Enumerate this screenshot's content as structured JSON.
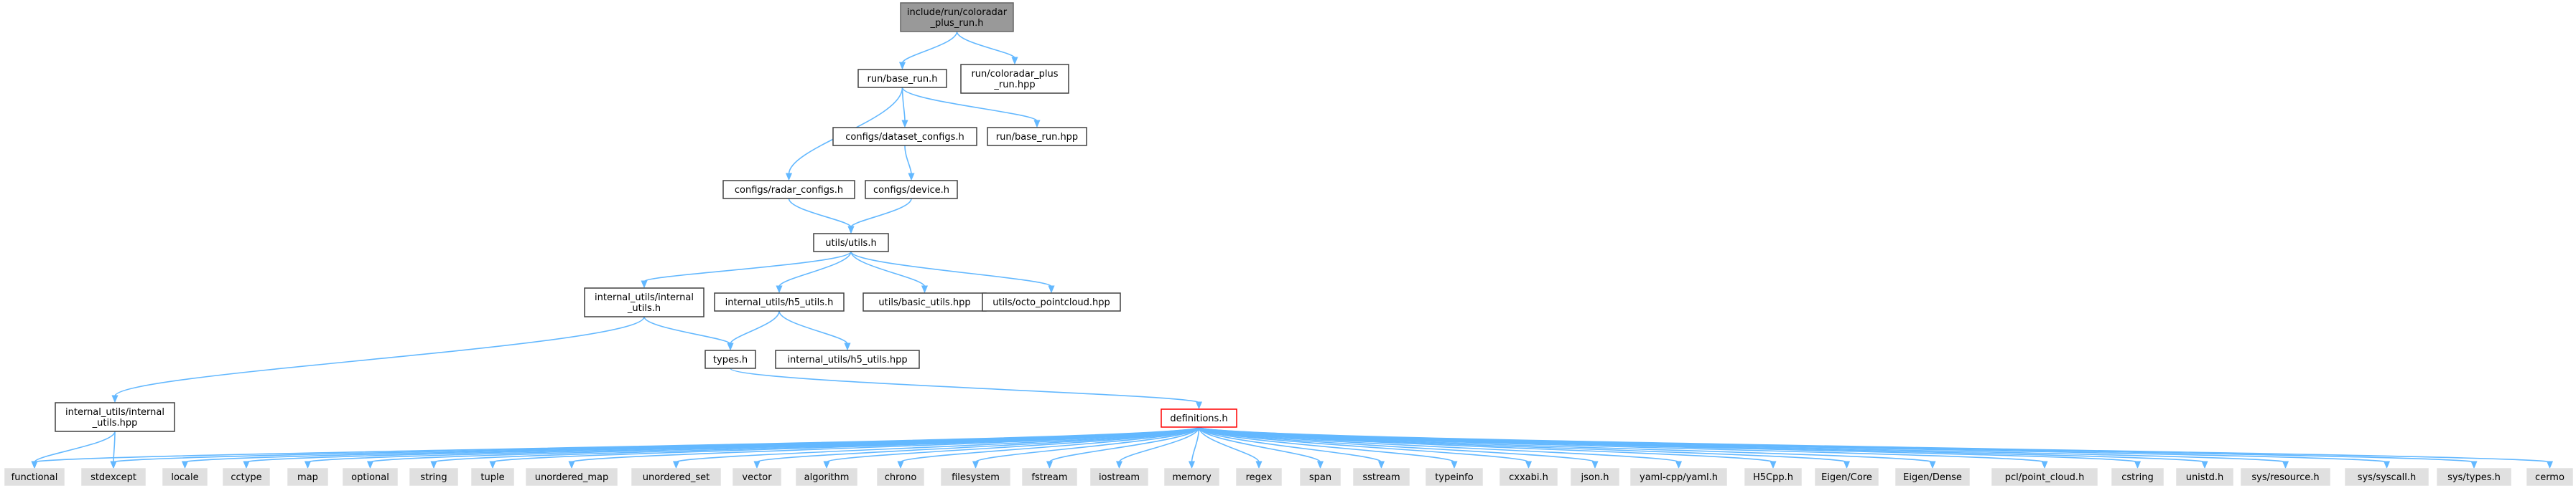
{
  "graph": {
    "colors": {
      "edge": "#63b8ff",
      "border_normal": "#404040",
      "border_root": "#666666",
      "border_highlight": "#ff0000",
      "fill_normal": "#ffffff",
      "fill_root": "#999999",
      "fill_system": "#e0e0e0"
    },
    "nodes": [
      {
        "id": "root",
        "lines": [
          "include/run/coloradar",
          "_plus_run.h"
        ],
        "style": "root"
      },
      {
        "id": "base_run_h",
        "lines": [
          "run/base_run.h"
        ],
        "style": "normal"
      },
      {
        "id": "coloradar_plus_run_hpp",
        "lines": [
          "run/coloradar_plus",
          "_run.hpp"
        ],
        "style": "normal"
      },
      {
        "id": "dataset_configs_h",
        "lines": [
          "configs/dataset_configs.h"
        ],
        "style": "normal"
      },
      {
        "id": "base_run_hpp",
        "lines": [
          "run/base_run.hpp"
        ],
        "style": "normal"
      },
      {
        "id": "radar_configs_h",
        "lines": [
          "configs/radar_configs.h"
        ],
        "style": "normal"
      },
      {
        "id": "device_h",
        "lines": [
          "configs/device.h"
        ],
        "style": "normal"
      },
      {
        "id": "utils_h",
        "lines": [
          "utils/utils.h"
        ],
        "style": "normal"
      },
      {
        "id": "internal_utils_h",
        "lines": [
          "internal_utils/internal",
          "_utils.h"
        ],
        "style": "normal"
      },
      {
        "id": "h5_utils_h",
        "lines": [
          "internal_utils/h5_utils.h"
        ],
        "style": "normal"
      },
      {
        "id": "basic_utils_hpp",
        "lines": [
          "utils/basic_utils.hpp"
        ],
        "style": "normal"
      },
      {
        "id": "octo_pointcloud_hpp",
        "lines": [
          "utils/octo_pointcloud.hpp"
        ],
        "style": "normal"
      },
      {
        "id": "types_h",
        "lines": [
          "types.h"
        ],
        "style": "normal"
      },
      {
        "id": "h5_utils_hpp",
        "lines": [
          "internal_utils/h5_utils.hpp"
        ],
        "style": "normal"
      },
      {
        "id": "internal_utils_hpp",
        "lines": [
          "internal_utils/internal",
          "_utils.hpp"
        ],
        "style": "normal"
      },
      {
        "id": "definitions_h",
        "lines": [
          "definitions.h"
        ],
        "style": "highlight"
      },
      {
        "id": "functional",
        "lines": [
          "functional"
        ],
        "style": "system"
      },
      {
        "id": "stdexcept",
        "lines": [
          "stdexcept"
        ],
        "style": "system"
      },
      {
        "id": "locale",
        "lines": [
          "locale"
        ],
        "style": "system"
      },
      {
        "id": "cctype",
        "lines": [
          "cctype"
        ],
        "style": "system"
      },
      {
        "id": "map",
        "lines": [
          "map"
        ],
        "style": "system"
      },
      {
        "id": "optional",
        "lines": [
          "optional"
        ],
        "style": "system"
      },
      {
        "id": "string",
        "lines": [
          "string"
        ],
        "style": "system"
      },
      {
        "id": "tuple",
        "lines": [
          "tuple"
        ],
        "style": "system"
      },
      {
        "id": "unordered_map",
        "lines": [
          "unordered_map"
        ],
        "style": "system"
      },
      {
        "id": "unordered_set",
        "lines": [
          "unordered_set"
        ],
        "style": "system"
      },
      {
        "id": "vector",
        "lines": [
          "vector"
        ],
        "style": "system"
      },
      {
        "id": "algorithm",
        "lines": [
          "algorithm"
        ],
        "style": "system"
      },
      {
        "id": "chrono",
        "lines": [
          "chrono"
        ],
        "style": "system"
      },
      {
        "id": "filesystem",
        "lines": [
          "filesystem"
        ],
        "style": "system"
      },
      {
        "id": "fstream",
        "lines": [
          "fstream"
        ],
        "style": "system"
      },
      {
        "id": "iostream",
        "lines": [
          "iostream"
        ],
        "style": "system"
      },
      {
        "id": "memory",
        "lines": [
          "memory"
        ],
        "style": "system"
      },
      {
        "id": "regex",
        "lines": [
          "regex"
        ],
        "style": "system"
      },
      {
        "id": "span",
        "lines": [
          "span"
        ],
        "style": "system"
      },
      {
        "id": "sstream",
        "lines": [
          "sstream"
        ],
        "style": "system"
      },
      {
        "id": "typeinfo",
        "lines": [
          "typeinfo"
        ],
        "style": "system"
      },
      {
        "id": "cxxabi_h",
        "lines": [
          "cxxabi.h"
        ],
        "style": "system"
      },
      {
        "id": "json_h",
        "lines": [
          "json.h"
        ],
        "style": "system"
      },
      {
        "id": "yaml_h",
        "lines": [
          "yaml-cpp/yaml.h"
        ],
        "style": "system"
      },
      {
        "id": "h5cpp_h",
        "lines": [
          "H5Cpp.h"
        ],
        "style": "system"
      },
      {
        "id": "eigen_core",
        "lines": [
          "Eigen/Core"
        ],
        "style": "system"
      },
      {
        "id": "eigen_dense",
        "lines": [
          "Eigen/Dense"
        ],
        "style": "system"
      },
      {
        "id": "pcl_point_cloud_h",
        "lines": [
          "pcl/point_cloud.h"
        ],
        "style": "system"
      },
      {
        "id": "cstring",
        "lines": [
          "cstring"
        ],
        "style": "system"
      },
      {
        "id": "unistd_h",
        "lines": [
          "unistd.h"
        ],
        "style": "system"
      },
      {
        "id": "sys_resource_h",
        "lines": [
          "sys/resource.h"
        ],
        "style": "system"
      },
      {
        "id": "sys_syscall_h",
        "lines": [
          "sys/syscall.h"
        ],
        "style": "system"
      },
      {
        "id": "sys_types_h",
        "lines": [
          "sys/types.h"
        ],
        "style": "system"
      },
      {
        "id": "cermo",
        "lines": [
          "cermo"
        ],
        "style": "system"
      }
    ],
    "edges": [
      [
        "root",
        "base_run_h"
      ],
      [
        "root",
        "coloradar_plus_run_hpp"
      ],
      [
        "base_run_h",
        "dataset_configs_h"
      ],
      [
        "base_run_h",
        "base_run_hpp"
      ],
      [
        "base_run_h",
        "radar_configs_h"
      ],
      [
        "dataset_configs_h",
        "device_h"
      ],
      [
        "radar_configs_h",
        "utils_h"
      ],
      [
        "device_h",
        "utils_h"
      ],
      [
        "utils_h",
        "internal_utils_h"
      ],
      [
        "utils_h",
        "h5_utils_h"
      ],
      [
        "utils_h",
        "basic_utils_hpp"
      ],
      [
        "utils_h",
        "octo_pointcloud_hpp"
      ],
      [
        "internal_utils_h",
        "types_h"
      ],
      [
        "internal_utils_h",
        "internal_utils_hpp"
      ],
      [
        "h5_utils_h",
        "types_h"
      ],
      [
        "h5_utils_h",
        "h5_utils_hpp"
      ],
      [
        "types_h",
        "definitions_h"
      ],
      [
        "internal_utils_hpp",
        "functional"
      ],
      [
        "internal_utils_hpp",
        "stdexcept"
      ],
      [
        "definitions_h",
        "functional"
      ],
      [
        "definitions_h",
        "stdexcept"
      ],
      [
        "definitions_h",
        "locale"
      ],
      [
        "definitions_h",
        "cctype"
      ],
      [
        "definitions_h",
        "map"
      ],
      [
        "definitions_h",
        "optional"
      ],
      [
        "definitions_h",
        "string"
      ],
      [
        "definitions_h",
        "tuple"
      ],
      [
        "definitions_h",
        "unordered_map"
      ],
      [
        "definitions_h",
        "unordered_set"
      ],
      [
        "definitions_h",
        "vector"
      ],
      [
        "definitions_h",
        "algorithm"
      ],
      [
        "definitions_h",
        "chrono"
      ],
      [
        "definitions_h",
        "filesystem"
      ],
      [
        "definitions_h",
        "fstream"
      ],
      [
        "definitions_h",
        "iostream"
      ],
      [
        "definitions_h",
        "memory"
      ],
      [
        "definitions_h",
        "regex"
      ],
      [
        "definitions_h",
        "span"
      ],
      [
        "definitions_h",
        "sstream"
      ],
      [
        "definitions_h",
        "typeinfo"
      ],
      [
        "definitions_h",
        "cxxabi_h"
      ],
      [
        "definitions_h",
        "json_h"
      ],
      [
        "definitions_h",
        "yaml_h"
      ],
      [
        "definitions_h",
        "h5cpp_h"
      ],
      [
        "definitions_h",
        "eigen_core"
      ],
      [
        "definitions_h",
        "eigen_dense"
      ],
      [
        "definitions_h",
        "pcl_point_cloud_h"
      ],
      [
        "definitions_h",
        "cstring"
      ],
      [
        "definitions_h",
        "unistd_h"
      ],
      [
        "definitions_h",
        "sys_resource_h"
      ],
      [
        "definitions_h",
        "sys_syscall_h"
      ],
      [
        "definitions_h",
        "sys_types_h"
      ],
      [
        "definitions_h",
        "cermo"
      ]
    ]
  }
}
